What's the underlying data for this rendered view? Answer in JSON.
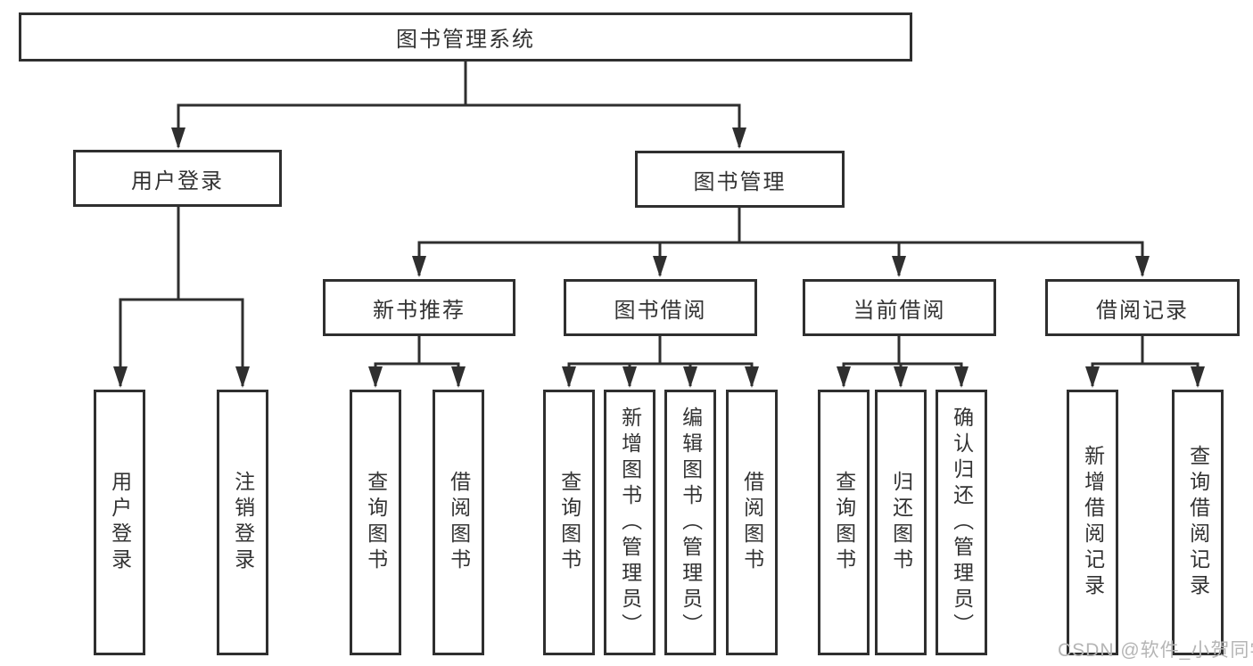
{
  "nodes": {
    "root": {
      "label": "图书管理系统"
    },
    "user_login": {
      "label": "用户登录"
    },
    "book_management": {
      "label": "图书管理"
    },
    "new_book_recommend": {
      "label": "新书推荐"
    },
    "book_borrow": {
      "label": "图书借阅"
    },
    "current_borrow": {
      "label": "当前借阅"
    },
    "borrow_records": {
      "label": "借阅记录"
    }
  },
  "leaves": [
    {
      "parent": "用户登录",
      "label": "用户登录"
    },
    {
      "parent": "用户登录",
      "label": "注销登录"
    },
    {
      "parent": "新书推荐",
      "label": "查询图书"
    },
    {
      "parent": "新书推荐",
      "label": "借阅图书"
    },
    {
      "parent": "图书借阅",
      "label": "查询图书"
    },
    {
      "parent": "图书借阅",
      "label": "新增图书（管理员）"
    },
    {
      "parent": "图书借阅",
      "label": "编辑图书（管理员）"
    },
    {
      "parent": "图书借阅",
      "label": "借阅图书"
    },
    {
      "parent": "当前借阅",
      "label": "查询图书"
    },
    {
      "parent": "当前借阅",
      "label": "归还图书"
    },
    {
      "parent": "当前借阅",
      "label": "确认归还（管理员）"
    },
    {
      "parent": "借阅记录",
      "label": "新增借阅记录"
    },
    {
      "parent": "借阅记录",
      "label": "查询借阅记录"
    }
  ],
  "watermark": {
    "text": "CSDN @软件_小贺同学"
  },
  "colors": {
    "line": "#2f2f2f",
    "box_border": "#2f2f2f",
    "box_fill": "#ffffff",
    "text": "#333333",
    "watermark": "#b5b5b5",
    "background": "#ffffff"
  }
}
